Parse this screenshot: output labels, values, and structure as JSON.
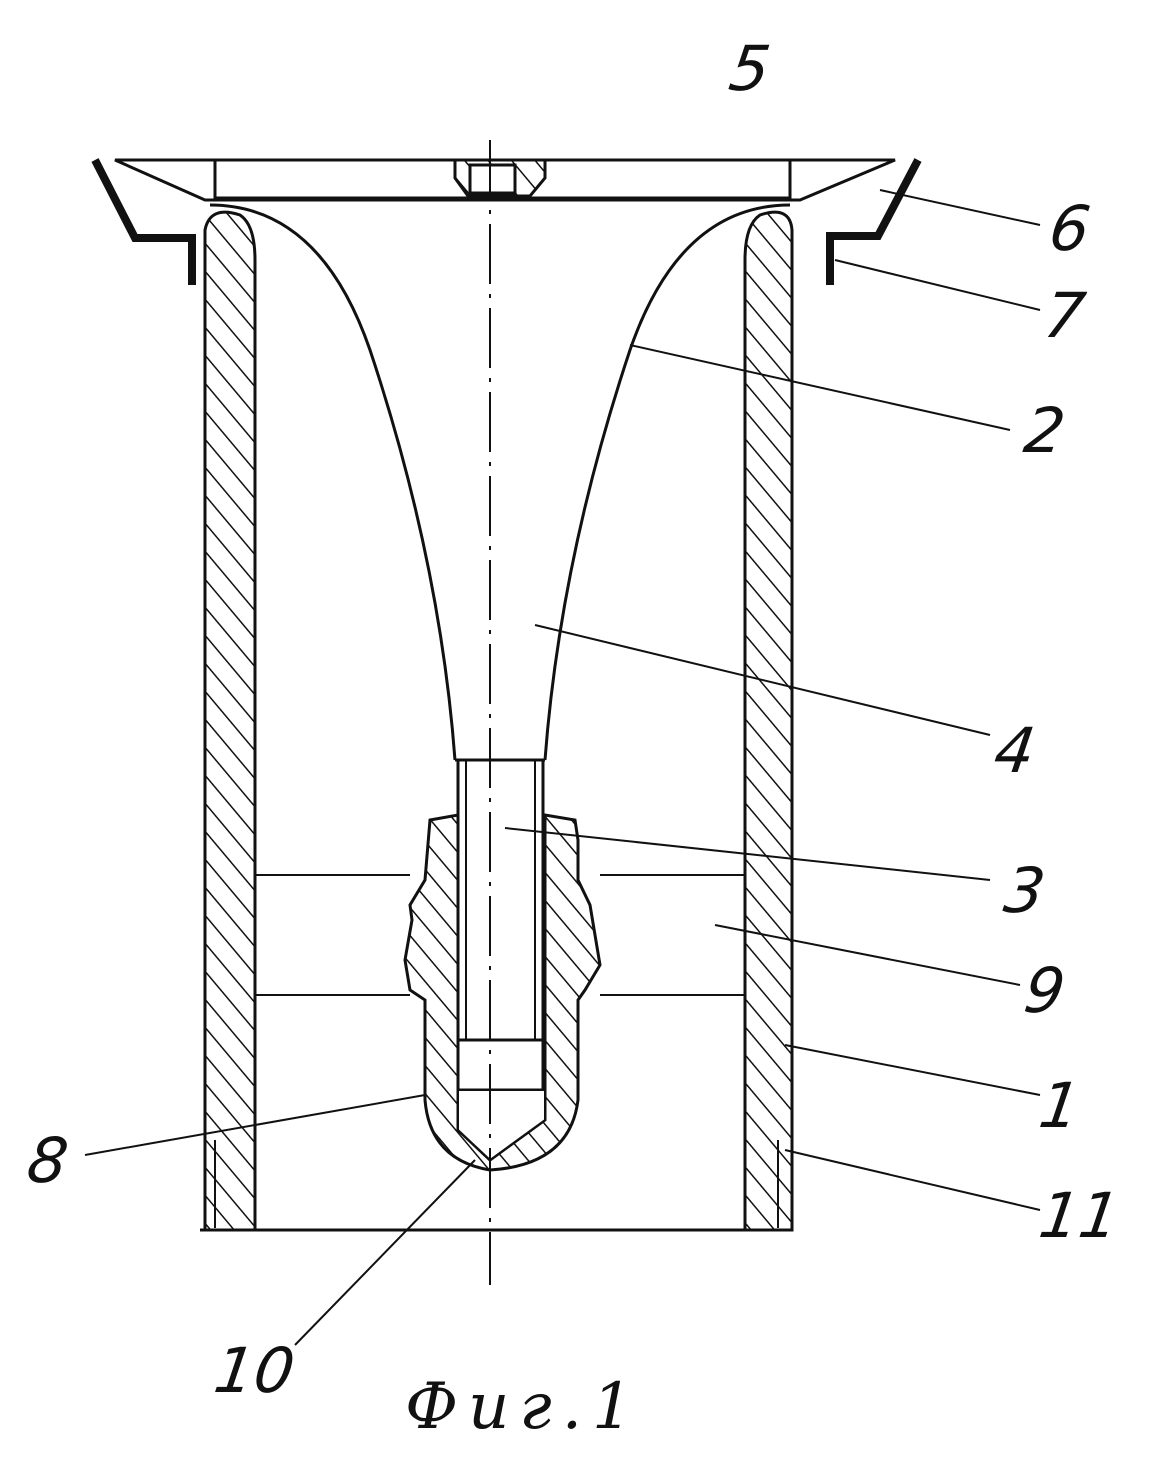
{
  "figure": {
    "caption": "Фиг.1",
    "labels": {
      "l1": "1",
      "l2": "2",
      "l3": "3",
      "l4": "4",
      "l5": "5",
      "l6": "6",
      "l7": "7",
      "l8": "8",
      "l9": "9",
      "l10": "10",
      "l11": "11"
    }
  },
  "colors": {
    "ink": "#111111",
    "paper": "#ffffff"
  }
}
